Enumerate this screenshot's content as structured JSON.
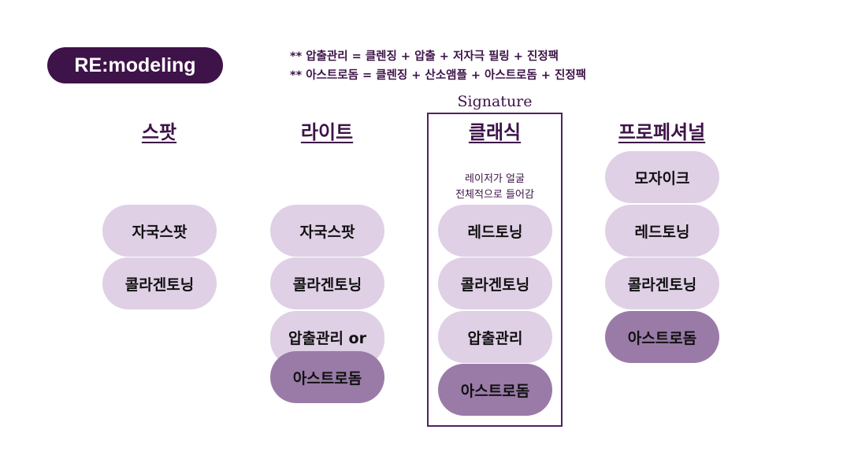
{
  "logo": "RE:modeling",
  "notes": [
    "** 압출관리 = 클렌징 + 압출 + 저자극 필링 + 진정팩",
    "** 아스트로돔 = 클렌징 + 산소앰플 + 아스트로돔 + 진정팩"
  ],
  "signature_label": "Signature",
  "classic_description": [
    "레이저가 얼굴",
    "전체적으로 들어감"
  ],
  "columns": [
    {
      "title": "스팟",
      "items": [
        "자국스팟",
        "콜라겐토닝"
      ]
    },
    {
      "title": "라이트",
      "items": [
        "자국스팟",
        "콜라겐토닝",
        "압출관리 or",
        "아스트로돔"
      ]
    },
    {
      "title": "클래식",
      "items": [
        "레드토닝",
        "콜라겐토닝",
        "압출관리",
        "아스트로돔"
      ]
    },
    {
      "title": "프로페셔널",
      "items": [
        "모자이크",
        "레드토닝",
        "콜라겐토닝",
        "아스트로돔"
      ]
    }
  ],
  "colors": {
    "brand": "#3e1349",
    "pill_light": "#dfd0e6",
    "pill_dark": "#9a7ba7"
  }
}
